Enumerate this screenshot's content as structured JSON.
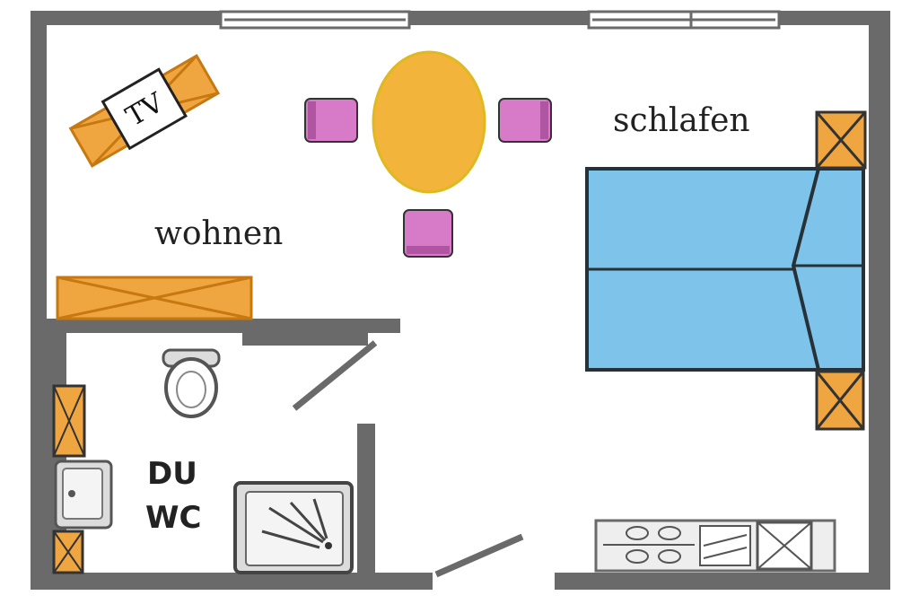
{
  "rooms": {
    "living_label": "wohnen",
    "sleeping_label": "schlafen",
    "bath_label_line1": "DU",
    "bath_label_line2": "WC"
  },
  "furniture": {
    "tv_label": "TV"
  },
  "colors": {
    "wall": "#6a6a6a",
    "floor": "#ffffff",
    "wood": "#f0a640",
    "wood_dark": "#c87810",
    "bed": "#7ec4ea",
    "bed_outline": "#263238",
    "table": "#f2b43a",
    "chair": "#d77ac7",
    "fixture": "#dcdcdc"
  }
}
